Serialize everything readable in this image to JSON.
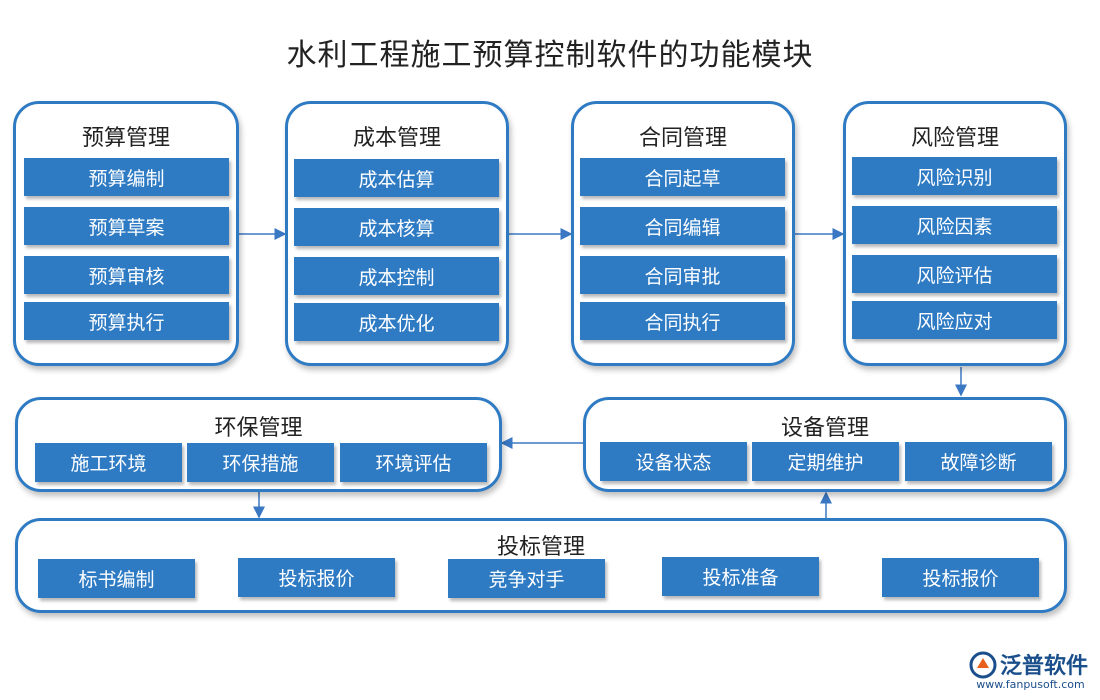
{
  "title": "水利工程施工预算控制软件的功能模块",
  "modules": {
    "budget": {
      "title": "预算管理",
      "items": [
        "预算编制",
        "预算草案",
        "预算审核",
        "预算执行"
      ]
    },
    "cost": {
      "title": "成本管理",
      "items": [
        "成本估算",
        "成本核算",
        "成本控制",
        "成本优化"
      ]
    },
    "contract": {
      "title": "合同管理",
      "items": [
        "合同起草",
        "合同编辑",
        "合同审批",
        "合同执行"
      ]
    },
    "risk": {
      "title": "风险管理",
      "items": [
        "风险识别",
        "风险因素",
        "风险评估",
        "风险应对"
      ]
    },
    "env": {
      "title": "环保管理",
      "items": [
        "施工环境",
        "环保措施",
        "环境评估"
      ]
    },
    "equipment": {
      "title": "设备管理",
      "items": [
        "设备状态",
        "定期维护",
        "故障诊断"
      ]
    },
    "bidding": {
      "title": "投标管理",
      "items": [
        "标书编制",
        "投标报价",
        "竞争对手",
        "投标准备",
        "投标报价"
      ]
    }
  },
  "logo": {
    "name": "泛普软件",
    "url": "www.fanpusoft.com"
  },
  "colors": {
    "accent": "#2e7bc4",
    "arrow": "#3b78c4"
  }
}
